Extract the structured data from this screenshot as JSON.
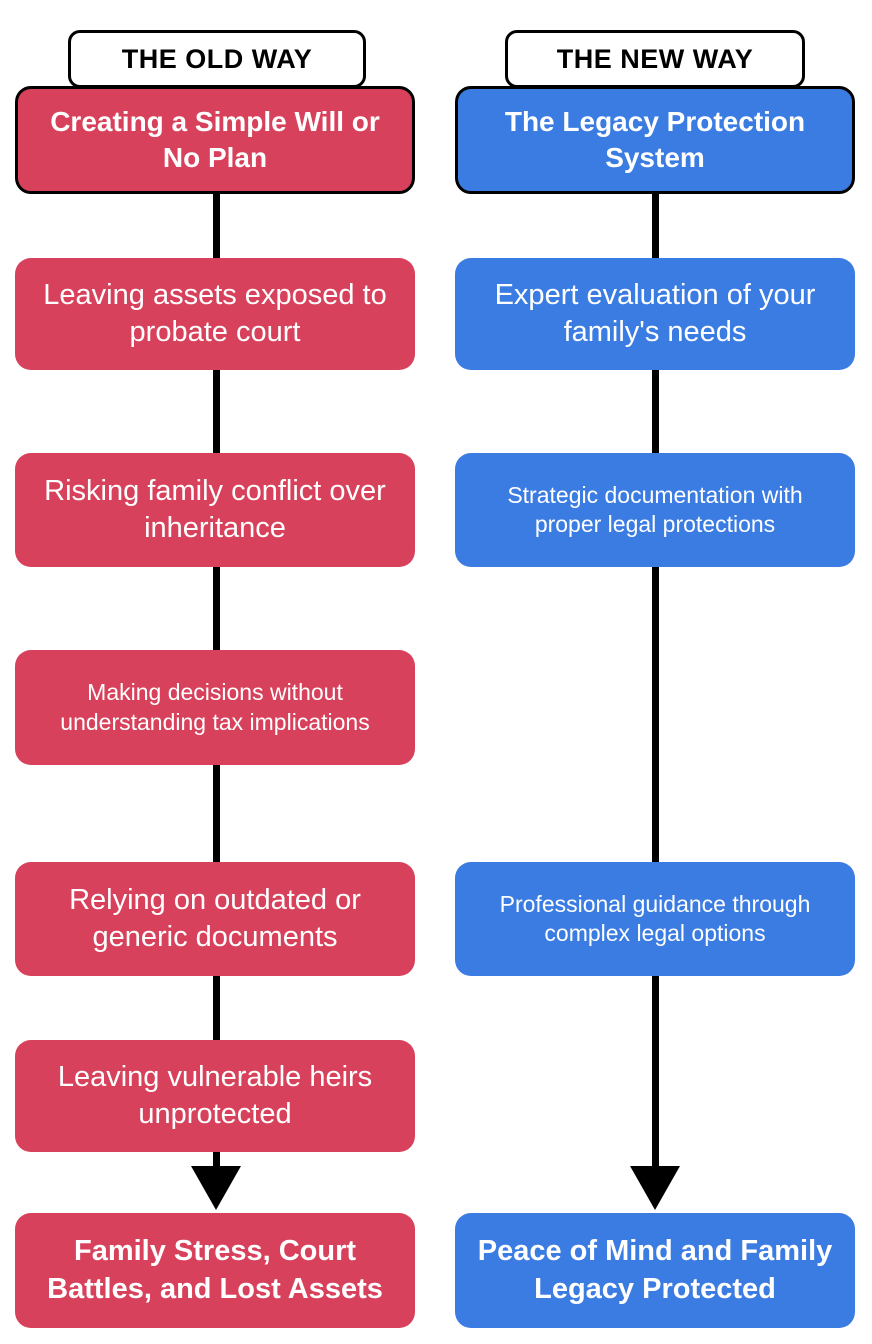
{
  "diagram": {
    "connector_color": "#000000",
    "old": {
      "title": "THE OLD WAY",
      "header": "Creating a Simple Will or No Plan",
      "color": "#d8415b",
      "steps": [
        "Leaving assets exposed to probate court",
        "Risking family conflict over inheritance",
        "Making decisions without understanding tax implications",
        "Relying on outdated or generic documents",
        "Leaving vulnerable heirs unprotected"
      ],
      "result": "Family Stress, Court Battles, and Lost Assets"
    },
    "new": {
      "title": "THE NEW WAY",
      "header": "The Legacy Protection System",
      "color": "#3b7ce2",
      "steps": [
        "Expert evaluation of your family's needs",
        "Strategic documentation with proper legal protections",
        "Professional guidance through complex legal options"
      ],
      "result": "Peace of Mind and Family Legacy Protected"
    }
  }
}
